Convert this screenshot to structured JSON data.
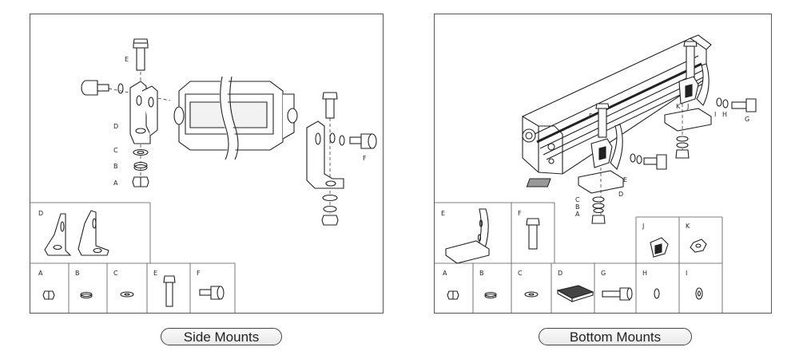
{
  "side": {
    "caption": "Side Mounts",
    "callouts": {
      "E": "E",
      "D": "D",
      "C": "C",
      "B": "B",
      "A": "A",
      "F": "F"
    },
    "legend": {
      "D": "D",
      "A": "A",
      "B": "B",
      "C": "C",
      "E": "E",
      "F": "F"
    }
  },
  "bottom": {
    "caption": "Bottom Mounts",
    "callouts": {
      "F": "F",
      "K": "K",
      "J": "J",
      "I": "I",
      "H": "H",
      "G": "G",
      "E": "E",
      "D": "D",
      "C": "C",
      "B": "B",
      "A": "A"
    },
    "legend": {
      "E": "E",
      "F": "F",
      "J": "J",
      "K": "K",
      "A": "A",
      "B": "B",
      "C": "C",
      "D": "D",
      "G": "G",
      "H": "H",
      "I": "I"
    }
  }
}
